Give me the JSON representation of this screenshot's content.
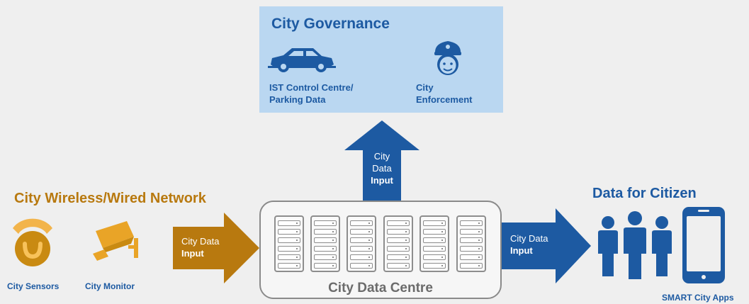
{
  "governance": {
    "title": "City Governance",
    "items": [
      {
        "label": "IST Control Centre/\nParking Data",
        "icon": "car-icon"
      },
      {
        "label": "City\nEnforcement",
        "icon": "police-officer-icon"
      }
    ]
  },
  "arrows": {
    "up": {
      "line1": "City",
      "line2": "Data",
      "line3": "Input"
    },
    "left": {
      "line1": "City Data",
      "line2": "Input"
    },
    "right": {
      "line1": "City Data",
      "line2": "Input"
    }
  },
  "network": {
    "title": "City Wireless/Wired Network",
    "items": [
      {
        "label": "City Sensors",
        "icon": "sensor-icon"
      },
      {
        "label": "City Monitor",
        "icon": "cctv-camera-icon"
      }
    ]
  },
  "centre": {
    "label": "City Data Centre",
    "icon": "server-rack-icon"
  },
  "citizen": {
    "title": "Data for Citizen",
    "apps_label": "SMART City Apps",
    "icons": [
      "people-icon",
      "smartphone-icon"
    ]
  },
  "colors": {
    "blue": "#1d5aa2",
    "orange": "#b8790f",
    "panel": "#bad7f1",
    "grey": "#8a8a8a"
  }
}
